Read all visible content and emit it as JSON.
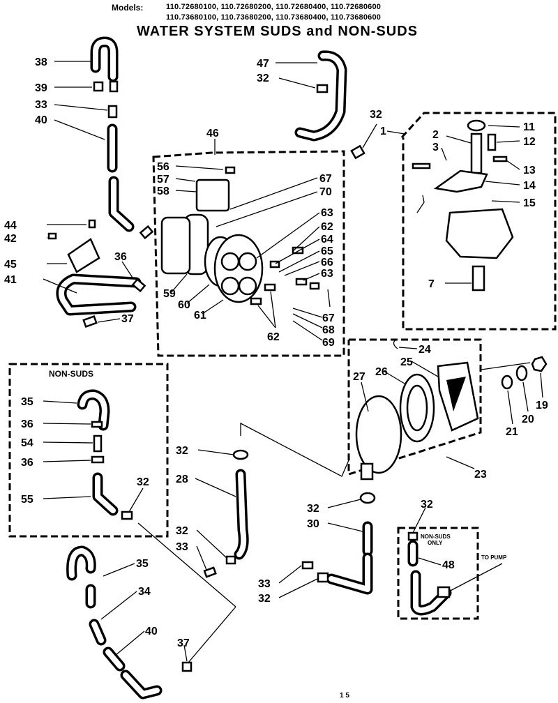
{
  "header": {
    "models_label": "Models:",
    "models_line1": "110.72680100, 110.72680200, 110.72680400, 110.72680600",
    "models_line2": "110.73680100, 110.73680200, 110.73680400, 110.73680600",
    "title": "WATER SYSTEM SUDS and NON-SUDS"
  },
  "boxes": {
    "non_suds": "NON-SUDS",
    "non_suds_only": [
      "NON-SUDS",
      "ONLY"
    ],
    "to_pump": "TO PUMP"
  },
  "callouts": {
    "c1": "1",
    "c2": "2",
    "c3": "3",
    "c7": "7",
    "c11": "11",
    "c12": "12",
    "c13": "13",
    "c14": "14",
    "c15": "15",
    "c19": "19",
    "c20": "20",
    "c21": "21",
    "c23": "23",
    "c24": "24",
    "c25": "25",
    "c26": "26",
    "c27": "27",
    "c28": "28",
    "c30": "30",
    "c32": "32",
    "c33": "33",
    "c34": "34",
    "c35": "35",
    "c36": "36",
    "c37": "37",
    "c38": "38",
    "c39": "39",
    "c40": "40",
    "c41": "41",
    "c42": "42",
    "c44": "44",
    "c45": "45",
    "c46": "46",
    "c47": "47",
    "c48": "48",
    "c54": "54",
    "c55": "55",
    "c56": "56",
    "c57": "57",
    "c58": "58",
    "c59": "59",
    "c60": "60",
    "c61": "61",
    "c62": "62",
    "c63": "63",
    "c64": "64",
    "c65": "65",
    "c66": "66",
    "c67": "67",
    "c68": "68",
    "c69": "69",
    "c70": "70"
  },
  "page_number": "1 5"
}
